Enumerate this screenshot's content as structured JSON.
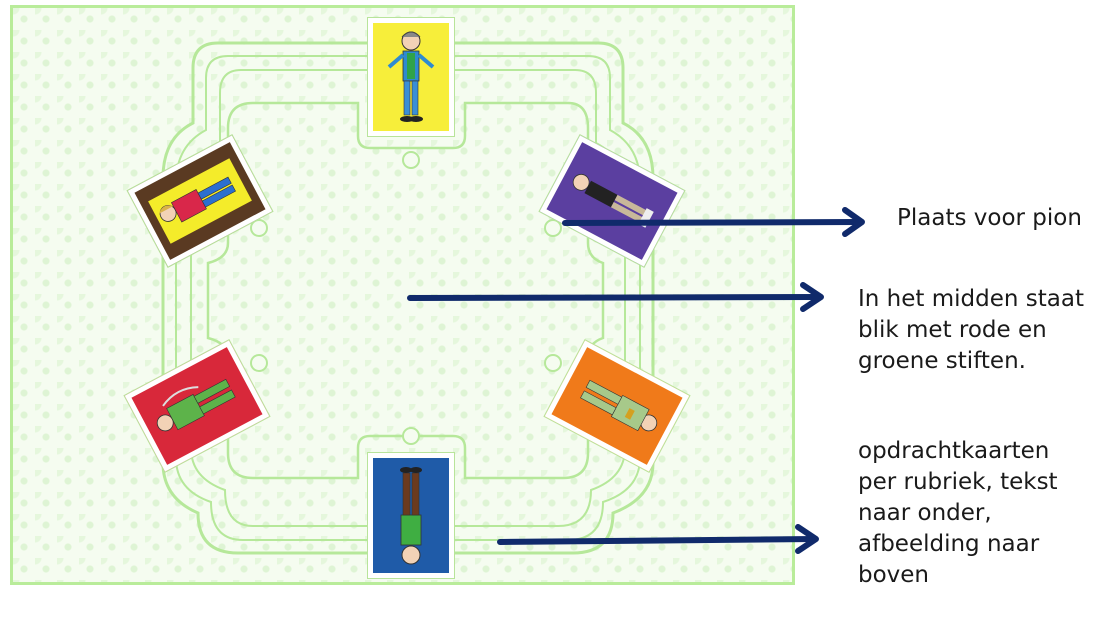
{
  "board": {
    "cards": [
      {
        "id": "top",
        "color": "#f7ee3a",
        "figure": "person-juggler"
      },
      {
        "id": "top-right",
        "color": "#5b3fa0",
        "figure": "person-bowing"
      },
      {
        "id": "bottom-right",
        "color": "#f07a1a",
        "figure": "person-green-suit"
      },
      {
        "id": "bottom",
        "color": "#1f5ba8",
        "figure": "person-upside-down"
      },
      {
        "id": "bottom-left",
        "color": "#d8283a",
        "figure": "person-tied"
      },
      {
        "id": "top-left",
        "color": "#5a3a22",
        "figure": "person-lying"
      }
    ]
  },
  "annotations": [
    {
      "text": "Plaats voor pion"
    },
    {
      "lines": [
        "In het midden staat",
        "blik met rode en",
        "groene stiften."
      ]
    },
    {
      "lines": [
        "opdrachtkaarten",
        "per rubriek, tekst",
        "naar onder,",
        "afbeelding naar",
        "boven"
      ]
    }
  ],
  "colors": {
    "arrow": "#102a6b",
    "board_border": "#b9ec9a",
    "track": "#a8e28a"
  }
}
